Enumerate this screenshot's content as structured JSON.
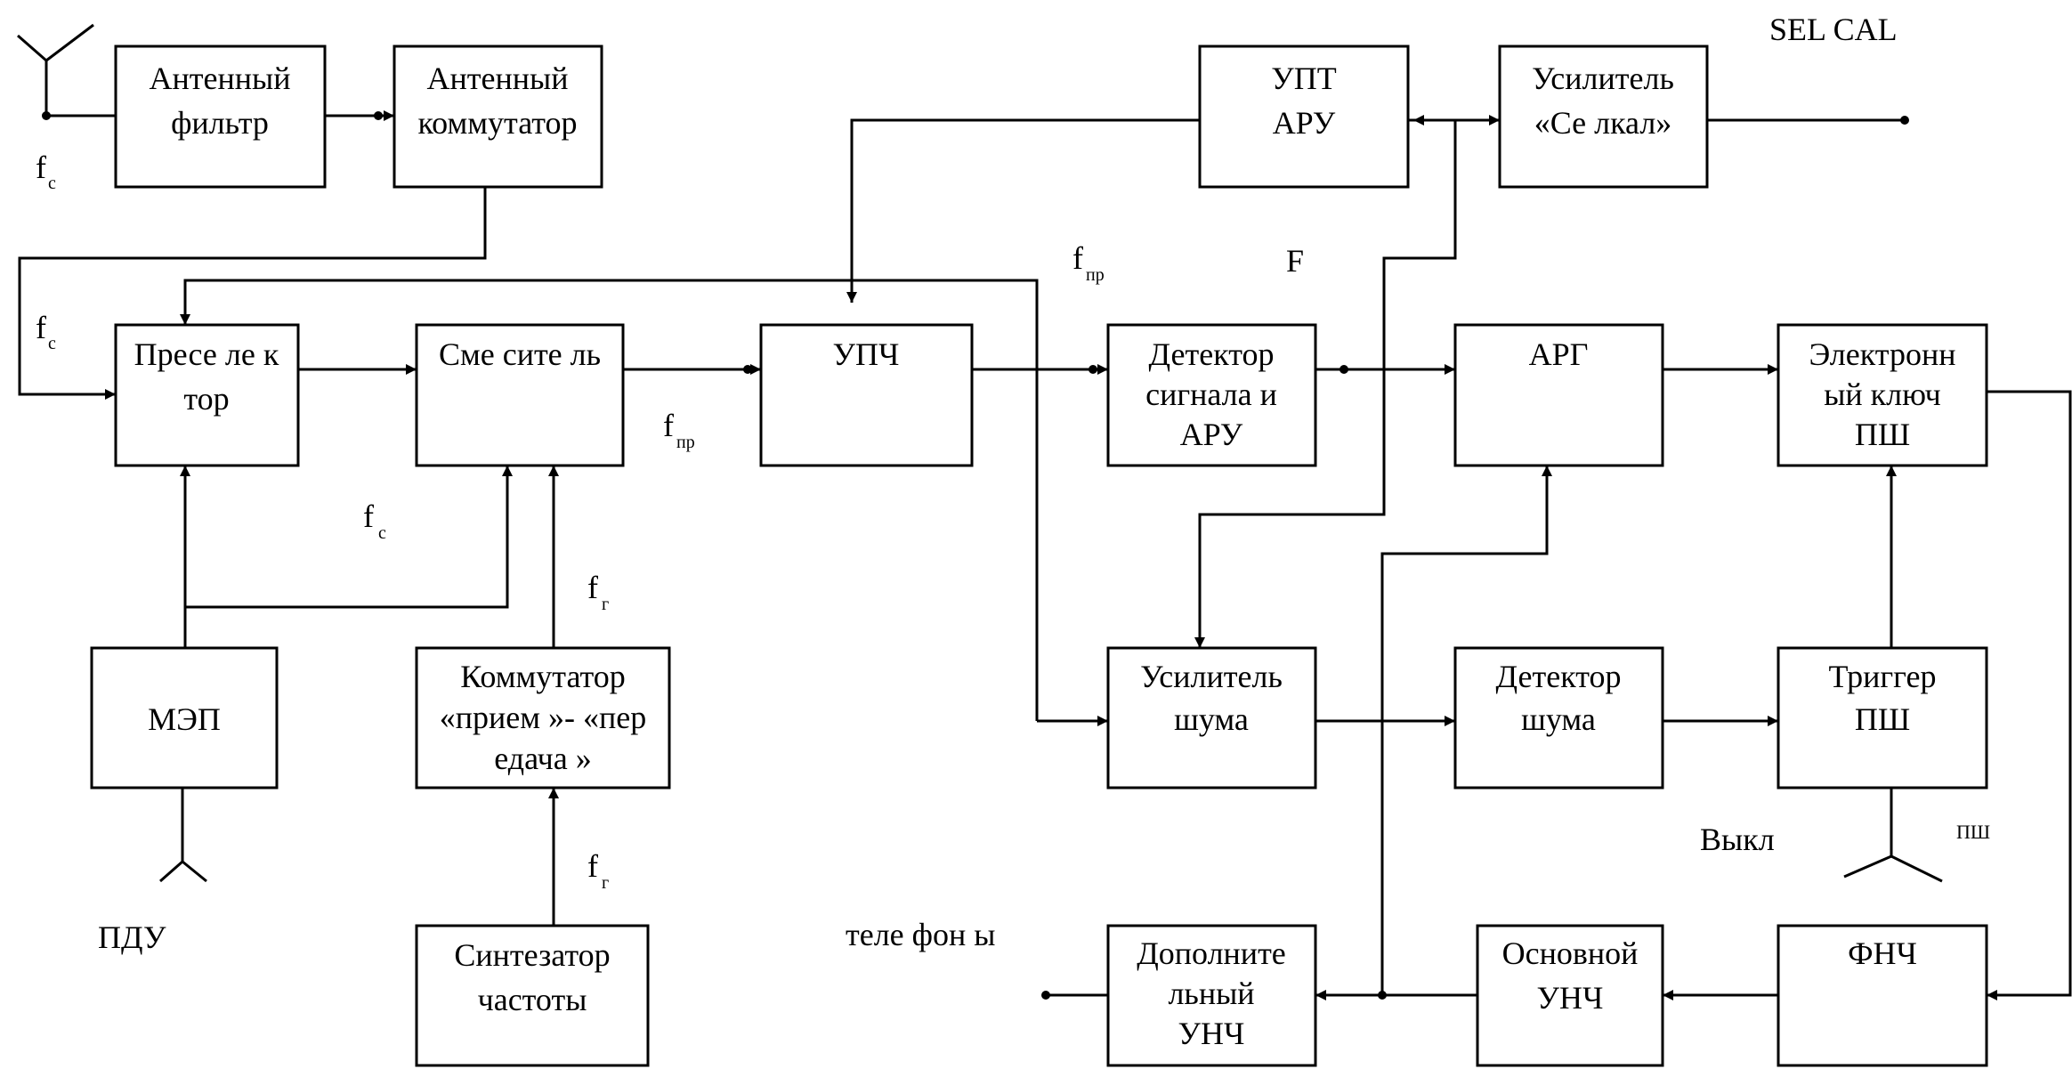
{
  "blocks": {
    "antenna_filter": [
      "Антенный",
      "фильтр"
    ],
    "antenna_switch": [
      "Антенный",
      "коммутатор"
    ],
    "preselector": [
      "Пресе ле к",
      "тор"
    ],
    "mixer": [
      "Сме сите ль"
    ],
    "if_amp": [
      "УПЧ"
    ],
    "dc_agc_amp": [
      "УПТ",
      "АРУ"
    ],
    "selcal_amp": [
      "Усилитель",
      "«Се лкал»"
    ],
    "detector_agc": [
      "Детектор",
      "сигнала и",
      "АРУ"
    ],
    "arg": [
      "АРГ"
    ],
    "electronic_key": [
      "Электронн",
      "ый ключ",
      "ПШ"
    ],
    "mep": [
      "МЭП"
    ],
    "rx_tx_switch": [
      "Коммутатор",
      "«прием »- «пер",
      "едача »"
    ],
    "synth": [
      "Синтезатор",
      "частоты"
    ],
    "noise_amp": [
      "Усилитель",
      "шума"
    ],
    "noise_detector": [
      "Детектор",
      "шума"
    ],
    "trigger": [
      "Триггер",
      "ПШ"
    ],
    "extra_af_amp": [
      "Дополните",
      "льный",
      "УНЧ"
    ],
    "main_af_amp": [
      "Основной",
      "УНЧ"
    ],
    "lpf": [
      "ФНЧ"
    ]
  },
  "labels": {
    "selcal": "SEL CAL",
    "F": "F",
    "pdu": "ПДУ",
    "phones": "теле фон ы",
    "vykl": "Выкл",
    "psh": "ПШ",
    "f_main": "f",
    "sub_c": "с",
    "sub_pr": "пр",
    "sub_g": "г"
  }
}
